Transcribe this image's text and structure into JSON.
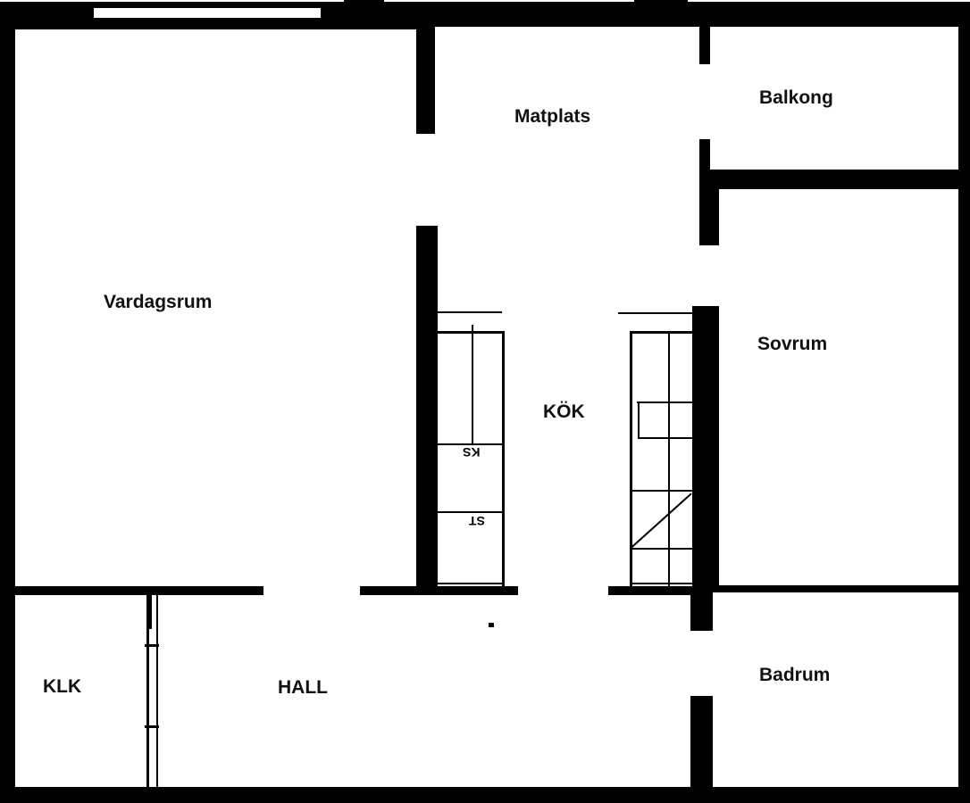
{
  "floorplan": {
    "rooms": [
      {
        "id": "vardagsrum",
        "label": "Vardagsrum"
      },
      {
        "id": "matplats",
        "label": "Matplats"
      },
      {
        "id": "balkong",
        "label": "Balkong"
      },
      {
        "id": "kok",
        "label": "KÖK"
      },
      {
        "id": "sovrum",
        "label": "Sovrum"
      },
      {
        "id": "klk",
        "label": "KLK"
      },
      {
        "id": "hall",
        "label": "HALL"
      },
      {
        "id": "badrum",
        "label": "Badrum"
      }
    ],
    "fixtures": [
      {
        "id": "ks",
        "label": "KS"
      },
      {
        "id": "st",
        "label": "ST"
      }
    ],
    "colors": {
      "wall": "#000000",
      "background": "#ffffff",
      "text": "#111111"
    }
  }
}
